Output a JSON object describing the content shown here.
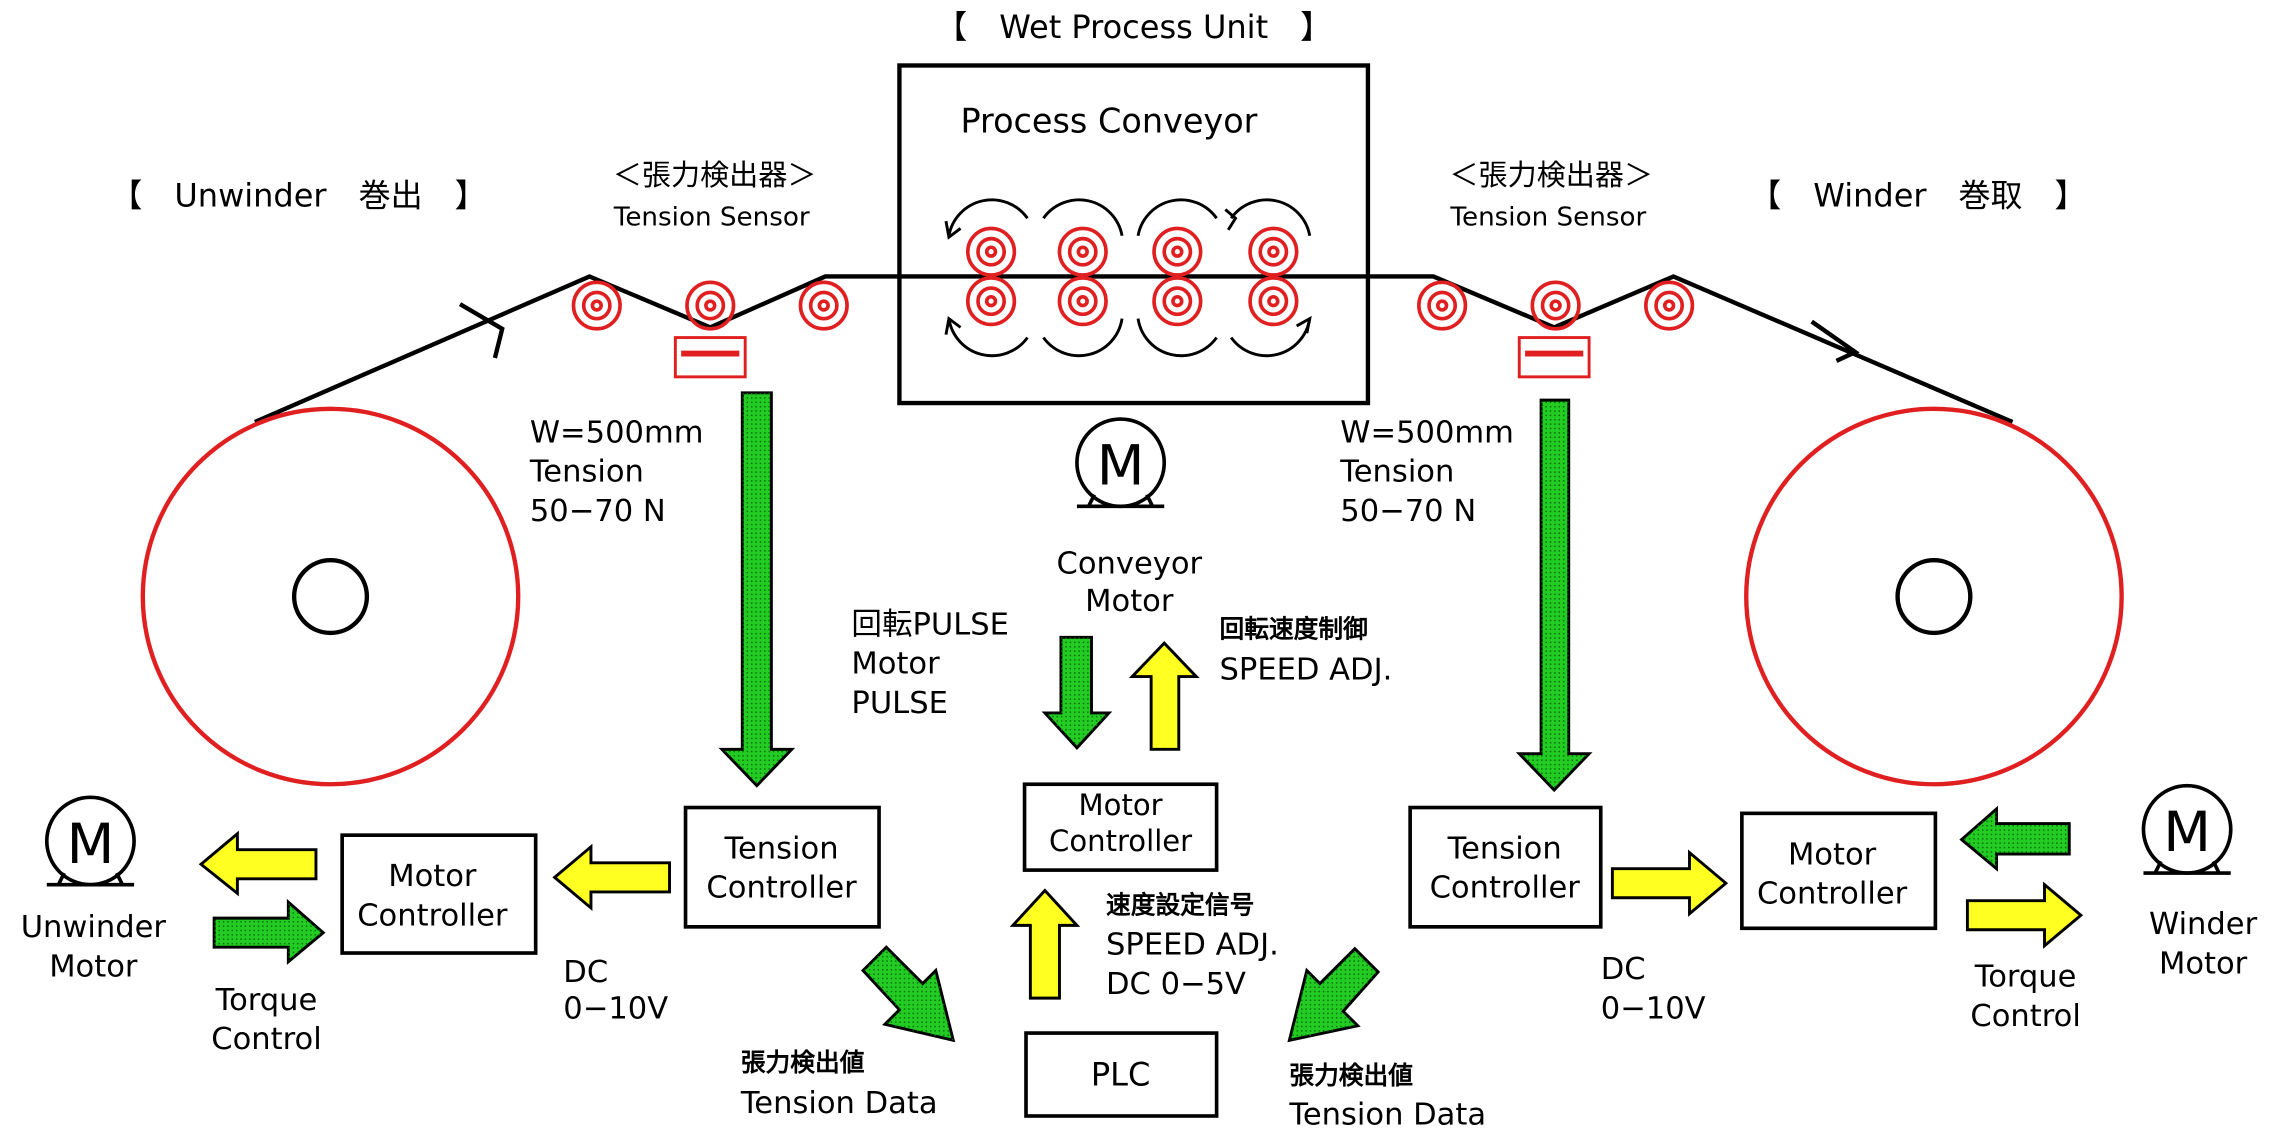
{
  "sections": {
    "wet_process": "【　Wet Process Unit　】",
    "unwinder": "【　Unwinder　巻出　】",
    "winder": "【　Winder　巻取　】"
  },
  "process_conveyor": "Process Conveyor",
  "tension_sensor_left": {
    "jp": "＜張力検出器＞",
    "en": "Tension Sensor"
  },
  "tension_sensor_right": {
    "jp": "＜張力検出器＞",
    "en": "Tension Sensor"
  },
  "spec_left": {
    "line1": "W=500mm",
    "line2": "Tension",
    "line3": "50−70 N"
  },
  "spec_right": {
    "line1": "W=500mm",
    "line2": "Tension",
    "line3": "50−70 N"
  },
  "motor_symbol": "M",
  "conveyor_motor": {
    "line1": "Conveyor",
    "line2": "Motor"
  },
  "pulse_label": {
    "line1": "回転PULSE",
    "line2": "Motor",
    "line3": "PULSE"
  },
  "speed_adj_top": {
    "jp": "回転速度制御",
    "en": "SPEED ADJ."
  },
  "speed_adj_bottom": {
    "jp": "速度設定信号",
    "line1": "SPEED ADJ.",
    "line2": "DC 0−5V"
  },
  "motor_controller_center": {
    "line1": "Motor",
    "line2": "Controller"
  },
  "plc": "PLC",
  "tension_controller_left": {
    "line1": "Tension",
    "line2": "Controller"
  },
  "tension_controller_right": {
    "line1": "Tension",
    "line2": "Controller"
  },
  "motor_controller_left": {
    "line1": "Motor",
    "line2": "Controller"
  },
  "motor_controller_right": {
    "line1": "Motor",
    "line2": "Controller"
  },
  "dc_left": {
    "line1": "DC",
    "line2": "0−10V"
  },
  "dc_right": {
    "line1": "DC",
    "line2": "0−10V"
  },
  "tension_data_left": {
    "jp": "張力検出値",
    "en": "Tension Data"
  },
  "tension_data_right": {
    "jp": "張力検出値",
    "en": "Tension Data"
  },
  "unwinder_motor": {
    "line1": "Unwinder",
    "line2": "Motor"
  },
  "winder_motor": {
    "line1": "Winder",
    "line2": "Motor"
  },
  "torque_left": {
    "line1": "Torque",
    "line2": "Control"
  },
  "torque_right": {
    "line1": "Torque",
    "line2": "Control"
  },
  "colors": {
    "reel": "#e02020",
    "signal_green": "#22cc22",
    "signal_yellow": "#ffff22",
    "line": "#000000"
  }
}
